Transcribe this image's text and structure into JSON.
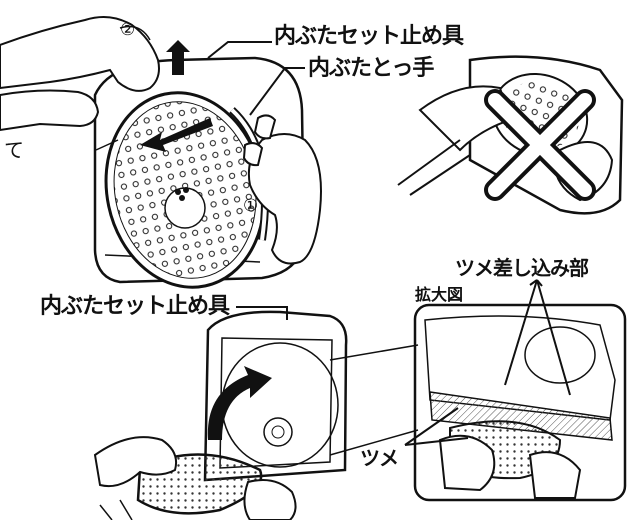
{
  "labels": {
    "lid_stopper_top": "内ぶたセット止め具",
    "lid_handle": "内ぶたとっ手",
    "step_1": "①",
    "step_2": "②",
    "left_fragment": "て",
    "hook_slot": "ツメ差し込み部",
    "magnified": "拡大図",
    "lid_stopper_bottom": "内ぶたセット止め具",
    "hook": "ツメ"
  }
}
